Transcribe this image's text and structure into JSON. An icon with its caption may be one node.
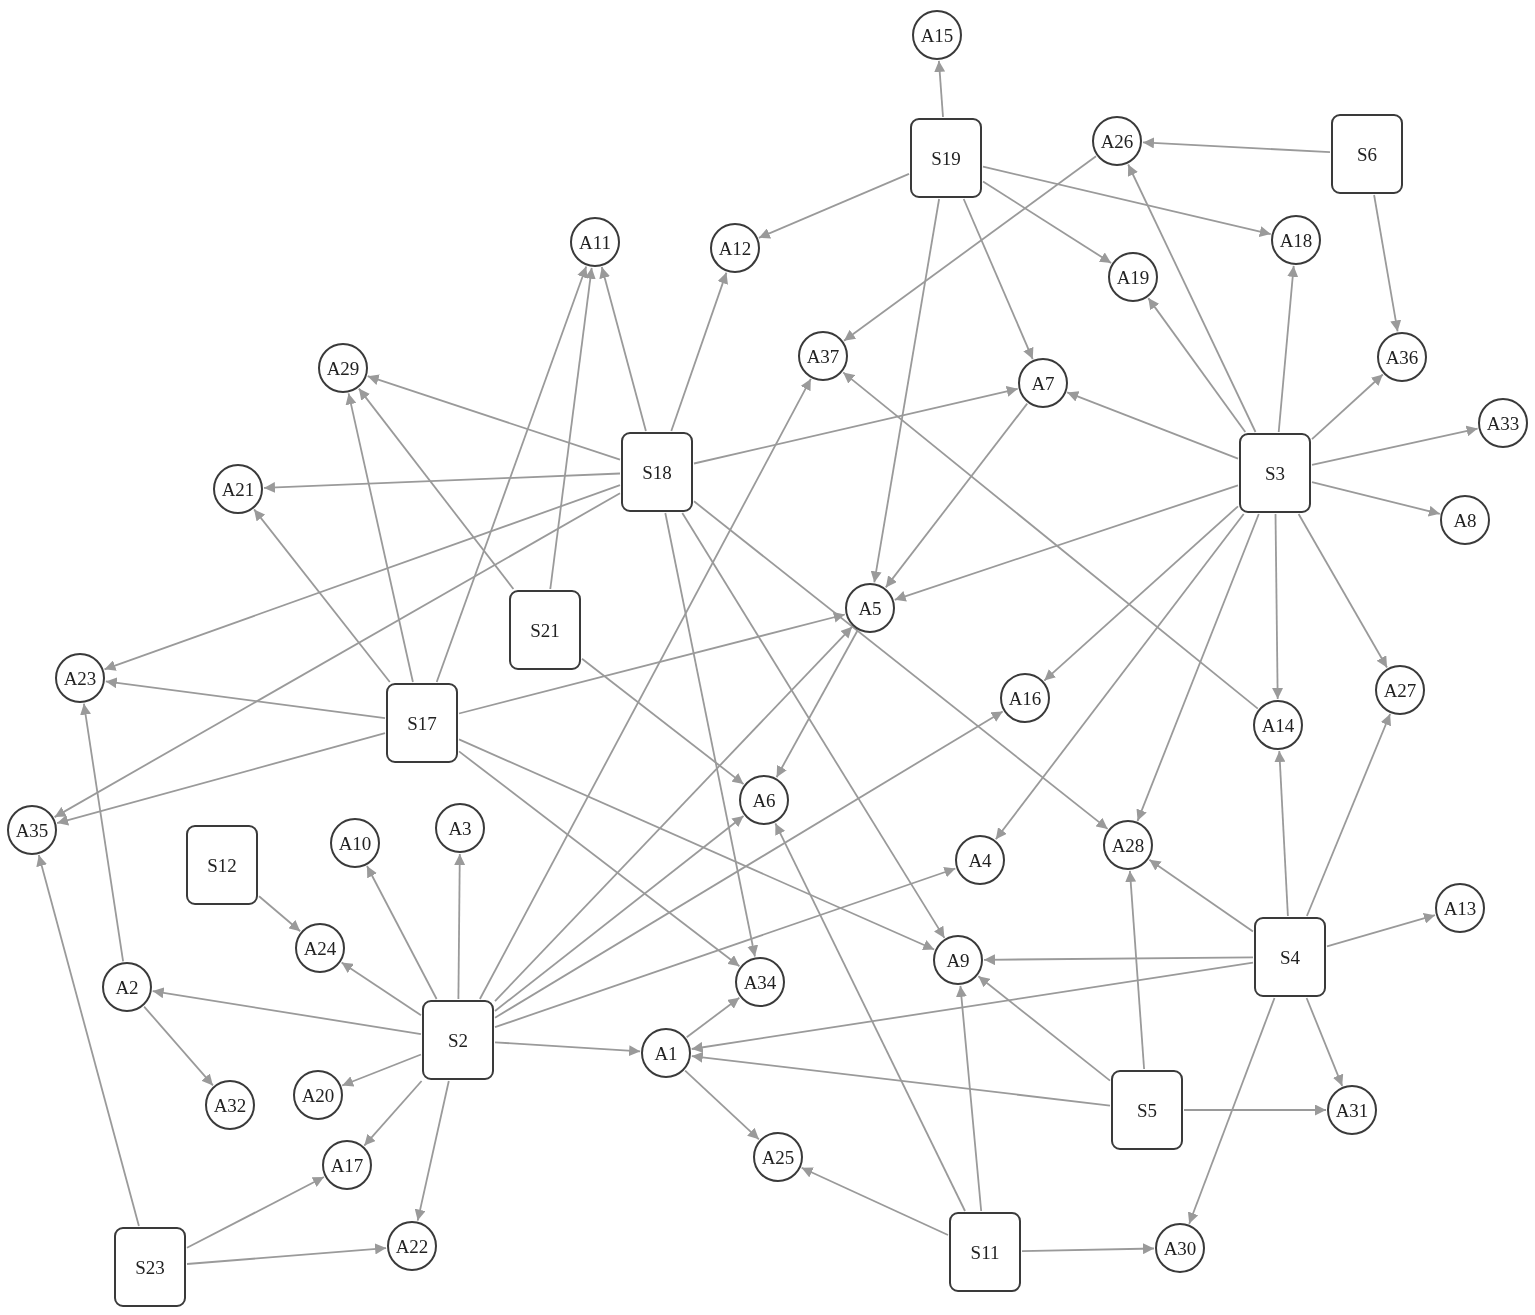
{
  "diagram": {
    "nodes": [
      {
        "text": [
          "A15"
        ]
      },
      {
        "text": [
          "S19"
        ]
      },
      {
        "text": [
          "A26"
        ]
      },
      {
        "text": [
          "S6"
        ]
      },
      {
        "text": [
          "A18"
        ]
      },
      {
        "text": [
          "A11"
        ]
      },
      {
        "text": [
          "A12"
        ]
      },
      {
        "text": [
          "A19"
        ]
      },
      {
        "text": [
          "A37"
        ]
      },
      {
        "text": [
          "A36"
        ]
      },
      {
        "text": [
          "A29"
        ]
      },
      {
        "text": [
          "A7"
        ]
      },
      {
        "text": [
          "A33"
        ]
      },
      {
        "text": [
          "A21"
        ]
      },
      {
        "text": [
          "S18"
        ]
      },
      {
        "text": [
          "S3"
        ]
      },
      {
        "text": [
          "A8"
        ]
      },
      {
        "text": [
          "S21"
        ]
      },
      {
        "text": [
          "A5"
        ]
      },
      {
        "text": [
          "A23"
        ]
      },
      {
        "text": [
          "A27"
        ]
      },
      {
        "text": [
          "A16"
        ]
      },
      {
        "text": [
          "S17"
        ]
      },
      {
        "text": [
          "A14"
        ]
      },
      {
        "text": [
          "A6"
        ]
      },
      {
        "text": [
          "A35"
        ]
      },
      {
        "text": [
          "A3"
        ]
      },
      {
        "text": [
          "A10"
        ]
      },
      {
        "text": [
          "A28"
        ]
      },
      {
        "text": [
          "A4"
        ]
      },
      {
        "text": [
          "S12"
        ]
      },
      {
        "text": [
          "A13"
        ]
      },
      {
        "text": [
          "A24"
        ]
      },
      {
        "text": [
          "A9"
        ]
      },
      {
        "text": [
          "A34"
        ]
      },
      {
        "text": [
          "A2"
        ]
      },
      {
        "text": [
          "S4"
        ]
      },
      {
        "text": [
          "S2"
        ]
      },
      {
        "text": [
          "A1"
        ]
      },
      {
        "text": [
          "S5"
        ]
      },
      {
        "text": [
          "A31"
        ]
      },
      {
        "text": [
          "A20"
        ]
      },
      {
        "text": [
          "A32"
        ]
      },
      {
        "text": [
          "A17"
        ]
      },
      {
        "text": [
          "A25"
        ]
      },
      {
        "text": [
          "S11"
        ]
      },
      {
        "text": [
          "A30"
        ]
      },
      {
        "text": [
          "A22"
        ]
      },
      {
        "text": [
          "S23"
        ]
      }
    ],
    "edges": [
      {
        "from": 1,
        "to": 0,
        "arrow": "to"
      },
      {
        "from": 1,
        "to": 6,
        "arrow": "to"
      },
      {
        "from": 1,
        "to": 4,
        "arrow": "to"
      },
      {
        "from": 1,
        "to": 7,
        "arrow": "to"
      },
      {
        "from": 1,
        "to": 11,
        "arrow": "to"
      },
      {
        "from": 1,
        "to": 18,
        "arrow": "to"
      },
      {
        "from": 3,
        "to": 2,
        "arrow": "to"
      },
      {
        "from": 3,
        "to": 9,
        "arrow": "to"
      },
      {
        "from": 2,
        "to": 8,
        "arrow": "to"
      },
      {
        "from": 15,
        "to": 2,
        "arrow": "to"
      },
      {
        "from": 15,
        "to": 4,
        "arrow": "to"
      },
      {
        "from": 15,
        "to": 7,
        "arrow": "to"
      },
      {
        "from": 15,
        "to": 9,
        "arrow": "to"
      },
      {
        "from": 15,
        "to": 12,
        "arrow": "to"
      },
      {
        "from": 15,
        "to": 16,
        "arrow": "to"
      },
      {
        "from": 15,
        "to": 20,
        "arrow": "to"
      },
      {
        "from": 15,
        "to": 23,
        "arrow": "to"
      },
      {
        "from": 15,
        "to": 28,
        "arrow": "to"
      },
      {
        "from": 15,
        "to": 29,
        "arrow": "to"
      },
      {
        "from": 15,
        "to": 21,
        "arrow": "to"
      },
      {
        "from": 15,
        "to": 18,
        "arrow": "to"
      },
      {
        "from": 15,
        "to": 11,
        "arrow": "to"
      },
      {
        "from": 23,
        "to": 8,
        "arrow": "to"
      },
      {
        "from": 11,
        "to": 18,
        "arrow": "to"
      },
      {
        "from": 18,
        "to": 24,
        "arrow": "to"
      },
      {
        "from": 14,
        "to": 5,
        "arrow": "to"
      },
      {
        "from": 14,
        "to": 6,
        "arrow": "to"
      },
      {
        "from": 14,
        "to": 10,
        "arrow": "to"
      },
      {
        "from": 14,
        "to": 13,
        "arrow": "to"
      },
      {
        "from": 14,
        "to": 19,
        "arrow": "to"
      },
      {
        "from": 14,
        "to": 25,
        "arrow": "to"
      },
      {
        "from": 14,
        "to": 11,
        "arrow": "to"
      },
      {
        "from": 14,
        "to": 34,
        "arrow": "to"
      },
      {
        "from": 14,
        "to": 33,
        "arrow": "to"
      },
      {
        "from": 14,
        "to": 28,
        "arrow": "to"
      },
      {
        "from": 17,
        "to": 5,
        "arrow": "to"
      },
      {
        "from": 17,
        "to": 10,
        "arrow": "to"
      },
      {
        "from": 17,
        "to": 24,
        "arrow": "to"
      },
      {
        "from": 22,
        "to": 5,
        "arrow": "to"
      },
      {
        "from": 22,
        "to": 10,
        "arrow": "to"
      },
      {
        "from": 22,
        "to": 13,
        "arrow": "to"
      },
      {
        "from": 22,
        "to": 19,
        "arrow": "to"
      },
      {
        "from": 22,
        "to": 25,
        "arrow": "to"
      },
      {
        "from": 22,
        "to": 18,
        "arrow": "to"
      },
      {
        "from": 22,
        "to": 33,
        "arrow": "to"
      },
      {
        "from": 22,
        "to": 34,
        "arrow": "to"
      },
      {
        "from": 37,
        "to": 27,
        "arrow": "to"
      },
      {
        "from": 37,
        "to": 26,
        "arrow": "to"
      },
      {
        "from": 37,
        "to": 32,
        "arrow": "to"
      },
      {
        "from": 37,
        "to": 35,
        "arrow": "to"
      },
      {
        "from": 37,
        "to": 41,
        "arrow": "to"
      },
      {
        "from": 37,
        "to": 43,
        "arrow": "to"
      },
      {
        "from": 37,
        "to": 47,
        "arrow": "to"
      },
      {
        "from": 37,
        "to": 38,
        "arrow": "to"
      },
      {
        "from": 37,
        "to": 8,
        "arrow": "to"
      },
      {
        "from": 37,
        "to": 18,
        "arrow": "to"
      },
      {
        "from": 37,
        "to": 24,
        "arrow": "to"
      },
      {
        "from": 37,
        "to": 21,
        "arrow": "to"
      },
      {
        "from": 37,
        "to": 29,
        "arrow": "to"
      },
      {
        "from": 30,
        "to": 32,
        "arrow": "to"
      },
      {
        "from": 35,
        "to": 19,
        "arrow": "to"
      },
      {
        "from": 35,
        "to": 42,
        "arrow": "to"
      },
      {
        "from": 48,
        "to": 25,
        "arrow": "to"
      },
      {
        "from": 48,
        "to": 43,
        "arrow": "to"
      },
      {
        "from": 48,
        "to": 47,
        "arrow": "to"
      },
      {
        "from": 38,
        "to": 34,
        "arrow": "to"
      },
      {
        "from": 38,
        "to": 44,
        "arrow": "to"
      },
      {
        "from": 45,
        "to": 44,
        "arrow": "to"
      },
      {
        "from": 45,
        "to": 24,
        "arrow": "to"
      },
      {
        "from": 45,
        "to": 33,
        "arrow": "to"
      },
      {
        "from": 45,
        "to": 46,
        "arrow": "to"
      },
      {
        "from": 36,
        "to": 23,
        "arrow": "to"
      },
      {
        "from": 36,
        "to": 20,
        "arrow": "to"
      },
      {
        "from": 36,
        "to": 31,
        "arrow": "to"
      },
      {
        "from": 36,
        "to": 33,
        "arrow": "to"
      },
      {
        "from": 36,
        "to": 28,
        "arrow": "to"
      },
      {
        "from": 36,
        "to": 38,
        "arrow": "to"
      },
      {
        "from": 36,
        "to": 40,
        "arrow": "to"
      },
      {
        "from": 36,
        "to": 46,
        "arrow": "to"
      },
      {
        "from": 39,
        "to": 28,
        "arrow": "to"
      },
      {
        "from": 39,
        "to": 33,
        "arrow": "to"
      },
      {
        "from": 39,
        "to": 38,
        "arrow": "to"
      },
      {
        "from": 39,
        "to": 40,
        "arrow": "to"
      }
    ]
  }
}
